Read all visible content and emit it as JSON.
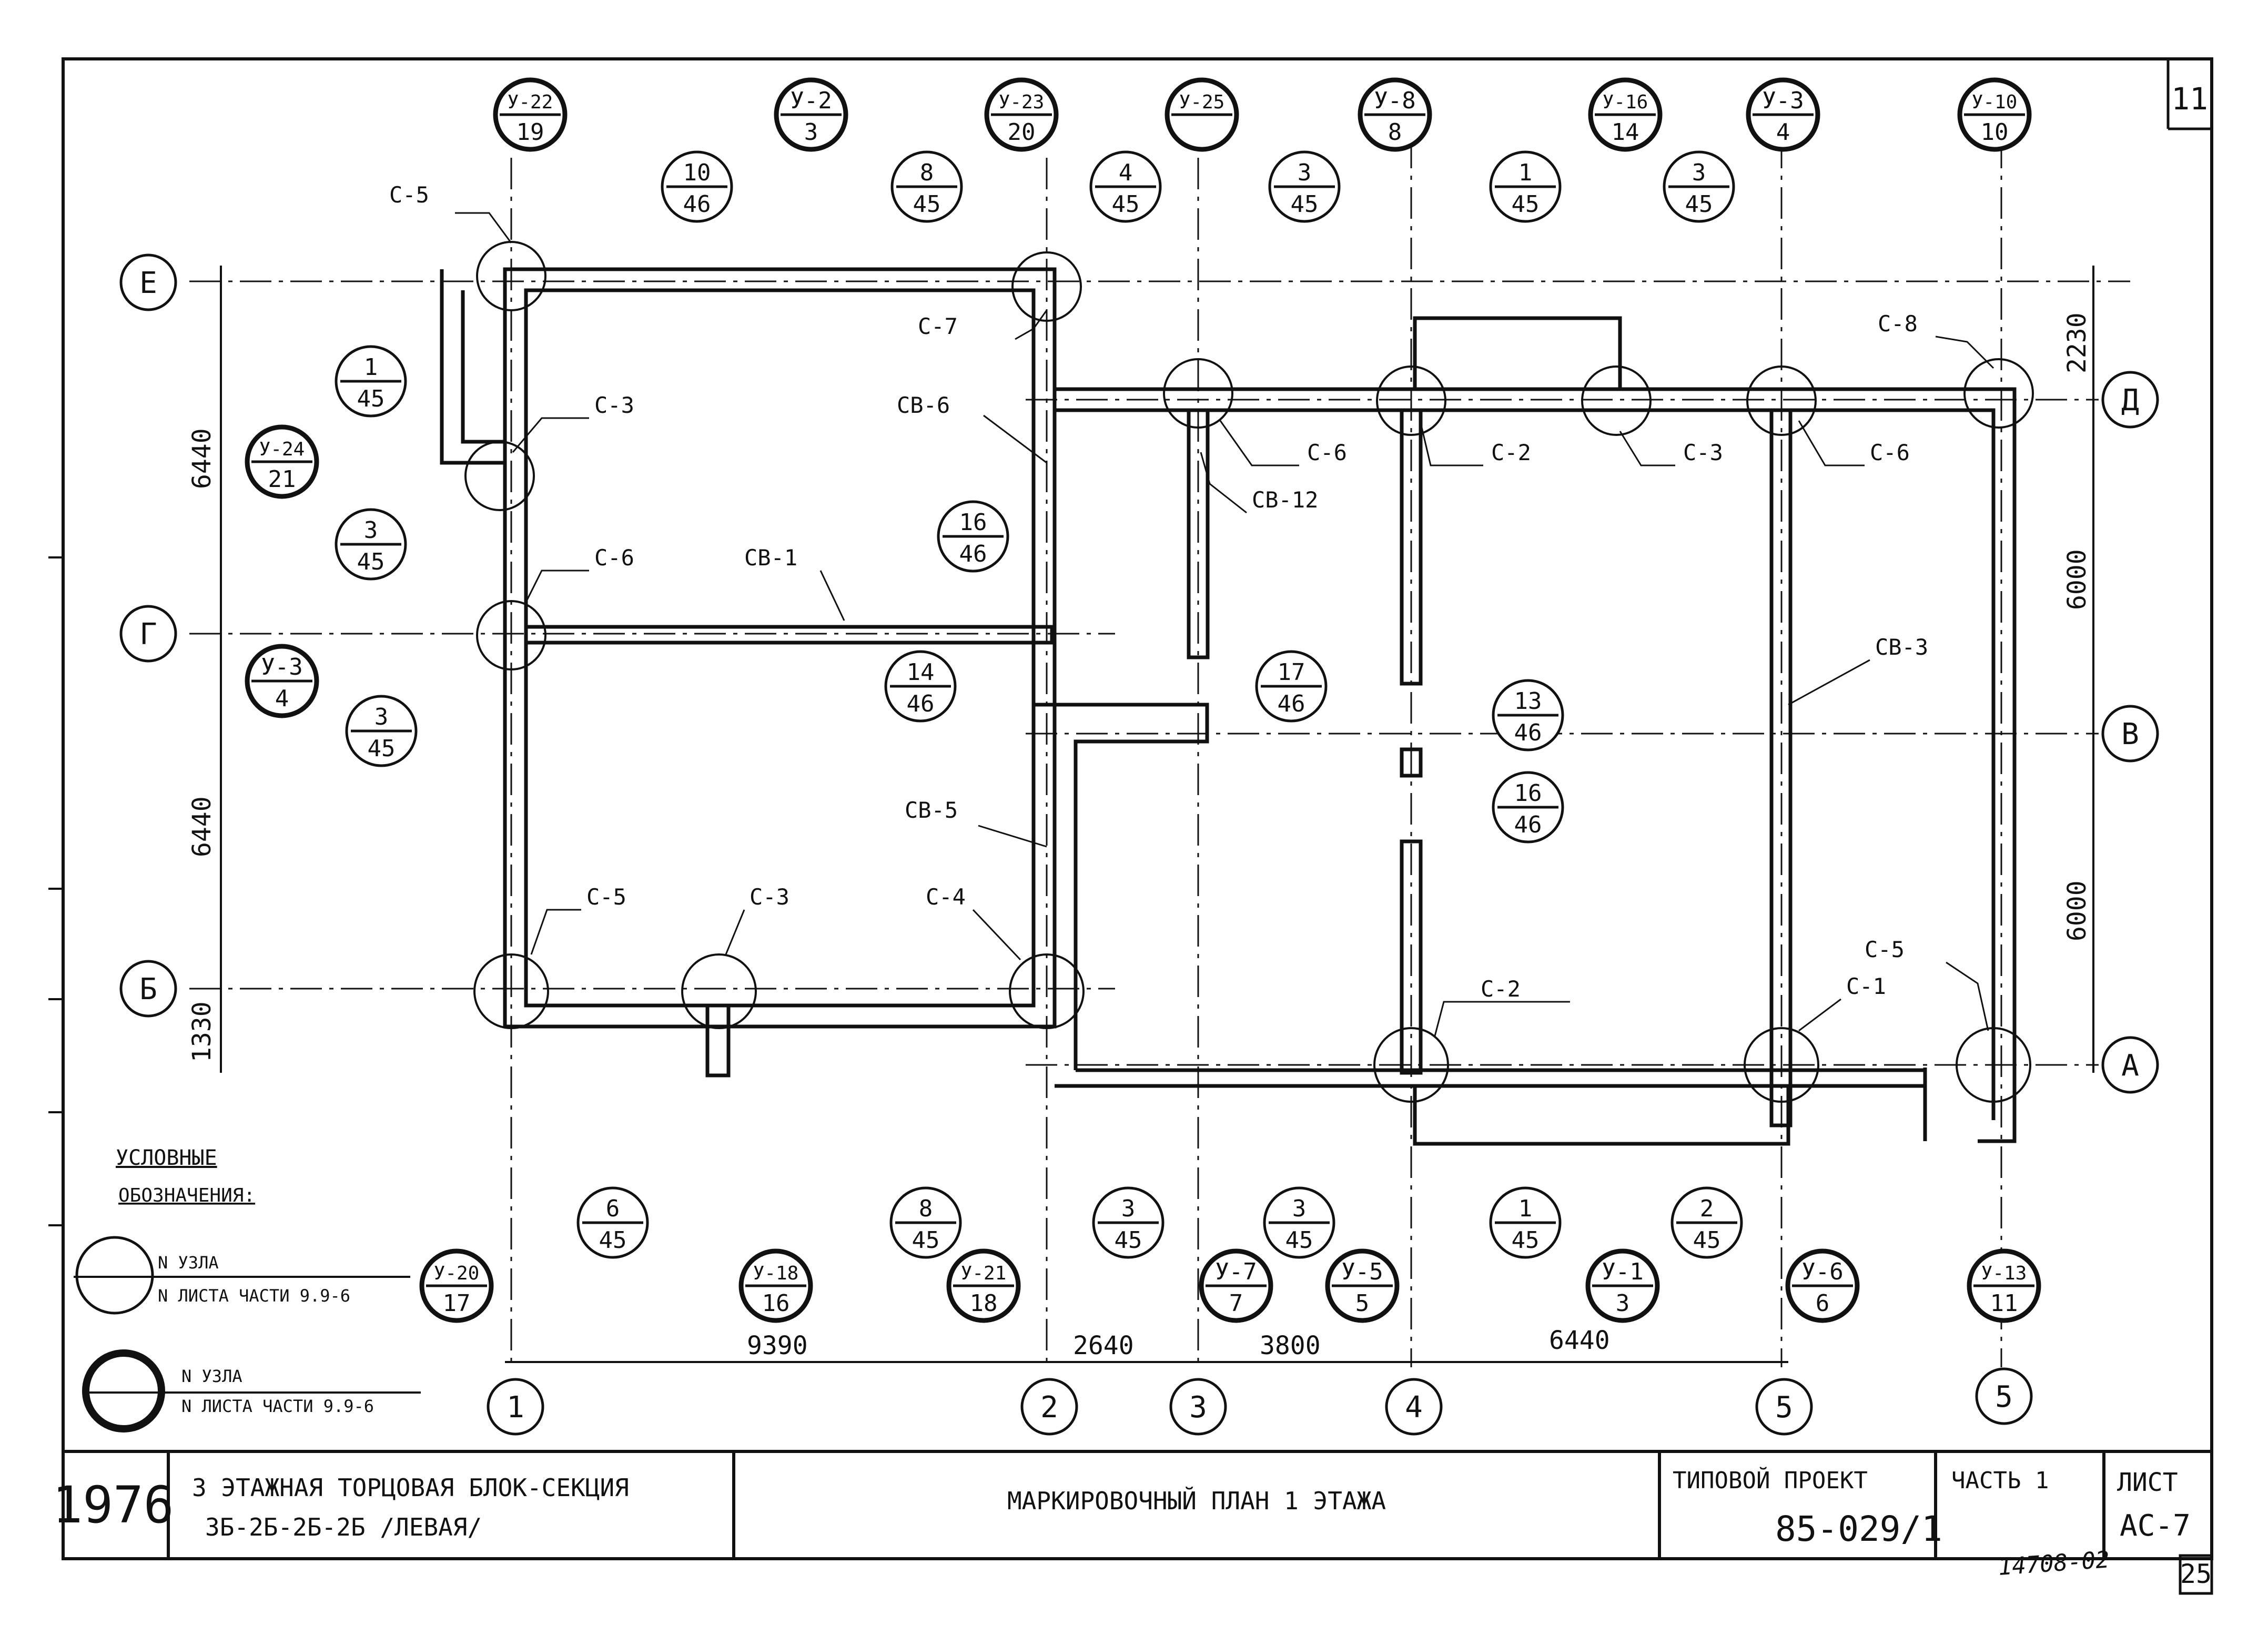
{
  "sheet": {
    "number_top": "11",
    "number_bottom": "25",
    "archive_no": "14708-02"
  },
  "legend": {
    "title_1": "УСЛОВНЫЕ",
    "title_2": "ОБОЗНАЧЕНИЯ:",
    "item1_top": "N УЗЛА",
    "item1_bottom": "N ЛИСТА ЧАСТИ 9.9-6",
    "item2_top": "N УЗЛА",
    "item2_bottom": "N ЛИСТА ЧАСТИ 9.9-6"
  },
  "title_block": {
    "year": "1976",
    "name_line1": "3 ЭТАЖНАЯ ТОРЦОВАЯ БЛОК-СЕКЦИЯ",
    "name_line2": "3Б-2Б-2Б-2Б /ЛЕВАЯ/",
    "drawing_title": "МАРКИРОВОЧНЫЙ ПЛАН 1 ЭТАЖА",
    "project_label": "ТИПОВОЙ ПРОЕКТ",
    "project_no": "85-029/1",
    "part_label": "ЧАСТЬ 1",
    "sheet_label": "ЛИСТ",
    "sheet_code": "АС-7"
  },
  "axes": {
    "rows": [
      "Е",
      "Д",
      "Г",
      "В",
      "Б",
      "А"
    ],
    "cols": [
      "1",
      "2",
      "3",
      "4",
      "5",
      "5"
    ]
  },
  "dimensions": {
    "bottom": [
      "9390",
      "2640",
      "3800",
      "6440"
    ],
    "left": [
      "6440",
      "6440",
      "1330"
    ],
    "right": [
      "2230",
      "6000",
      "6000"
    ]
  },
  "node_bubbles": [
    {
      "top": "У-22",
      "bottom": "19"
    },
    {
      "top": "У-2",
      "bottom": "3"
    },
    {
      "top": "У-23",
      "bottom": "20"
    },
    {
      "top": "У-25",
      "bottom": ""
    },
    {
      "top": "У-8",
      "bottom": "8"
    },
    {
      "top": "У-16",
      "bottom": "14"
    },
    {
      "top": "У-3",
      "bottom": "4"
    },
    {
      "top": "У-10",
      "bottom": "10"
    },
    {
      "top": "10",
      "bottom": "46"
    },
    {
      "top": "8",
      "bottom": "45"
    },
    {
      "top": "4",
      "bottom": "45"
    },
    {
      "top": "3",
      "bottom": "45"
    },
    {
      "top": "1",
      "bottom": "45"
    },
    {
      "top": "3",
      "bottom": "45"
    },
    {
      "top": "1",
      "bottom": "45"
    },
    {
      "top": "У-24",
      "bottom": "21"
    },
    {
      "top": "3",
      "bottom": "45"
    },
    {
      "top": "У-3",
      "bottom": "4"
    },
    {
      "top": "3",
      "bottom": "45"
    },
    {
      "top": "16",
      "bottom": "46"
    },
    {
      "top": "14",
      "bottom": "46"
    },
    {
      "top": "17",
      "bottom": "46"
    },
    {
      "top": "13",
      "bottom": "46"
    },
    {
      "top": "16",
      "bottom": "46"
    },
    {
      "top": "6",
      "bottom": "45"
    },
    {
      "top": "8",
      "bottom": "45"
    },
    {
      "top": "3",
      "bottom": "45"
    },
    {
      "top": "3",
      "bottom": "45"
    },
    {
      "top": "1",
      "bottom": "45"
    },
    {
      "top": "2",
      "bottom": "45"
    },
    {
      "top": "У-20",
      "bottom": "17"
    },
    {
      "top": "У-18",
      "bottom": "16"
    },
    {
      "top": "У-21",
      "bottom": "18"
    },
    {
      "top": "У-7",
      "bottom": "7"
    },
    {
      "top": "У-5",
      "bottom": "5"
    },
    {
      "top": "У-1",
      "bottom": "3"
    },
    {
      "top": "У-6",
      "bottom": "6"
    },
    {
      "top": "У-13",
      "bottom": "11"
    }
  ],
  "element_labels": [
    "С-5",
    "С-7",
    "С-3",
    "С-6",
    "СВ-1",
    "СВ-6",
    "С-6",
    "СВ-12",
    "С-2",
    "С-3",
    "С-8",
    "С-6",
    "СВ-3",
    "СВ-5",
    "С-5",
    "С-3",
    "С-4",
    "С-2",
    "С-1",
    "С-5"
  ]
}
